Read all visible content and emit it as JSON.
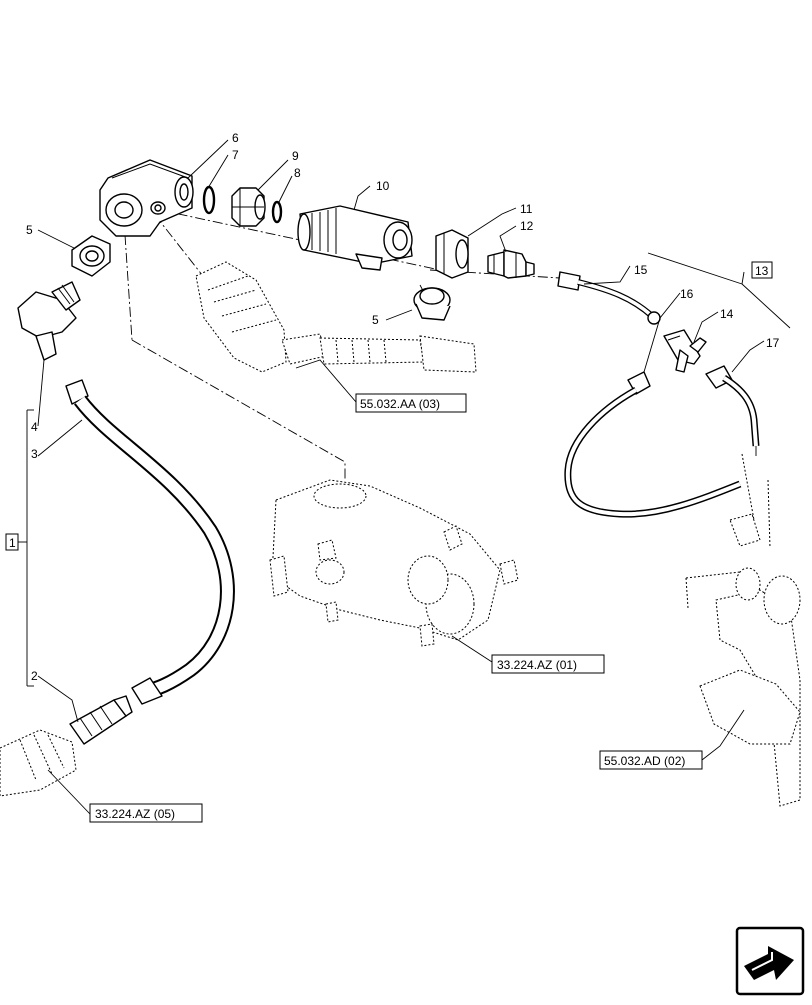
{
  "callouts": {
    "c1": "1",
    "c2": "2",
    "c3": "3",
    "c4": "4",
    "c5a": "5",
    "c5b": "5",
    "c6": "6",
    "c7": "7",
    "c8": "8",
    "c9": "9",
    "c10": "10",
    "c11": "11",
    "c12": "12",
    "c13": "13",
    "c14": "14",
    "c15": "15",
    "c16": "16",
    "c17": "17"
  },
  "references": {
    "ref_aa03": "55.032.AA (03)",
    "ref_az01": "33.224.AZ (01)",
    "ref_az05": "33.224.AZ (05)",
    "ref_ad02": "55.032.AD (02)"
  },
  "icons": {
    "nav": "exit-arrow-icon"
  }
}
